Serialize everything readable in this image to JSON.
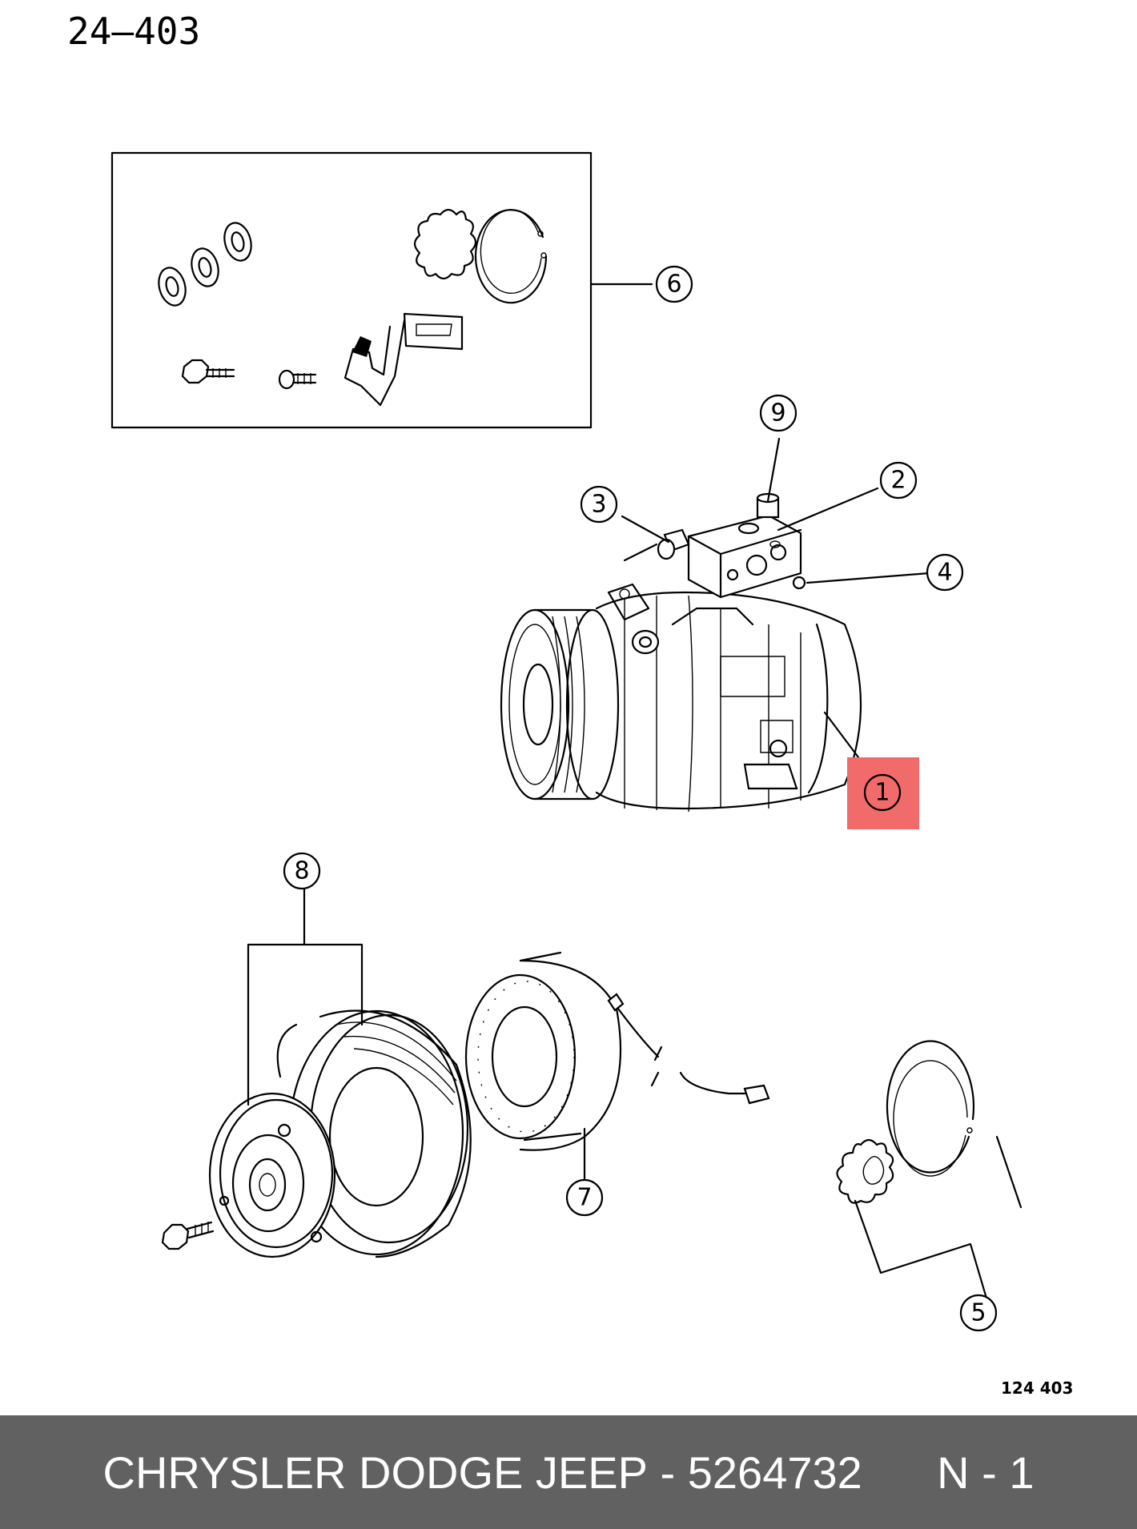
{
  "page_number": "24–403",
  "figure_code": "124  403",
  "callouts": [
    "1",
    "2",
    "3",
    "4",
    "5",
    "6",
    "7",
    "8",
    "9"
  ],
  "highlighted_callout": "1",
  "highlight_color": "#f26b6b",
  "footer": {
    "brand": "CHRYSLER DODGE JEEP",
    "separator": "-",
    "part_number": "5264732",
    "position": "N - 1",
    "background": "#616161"
  }
}
